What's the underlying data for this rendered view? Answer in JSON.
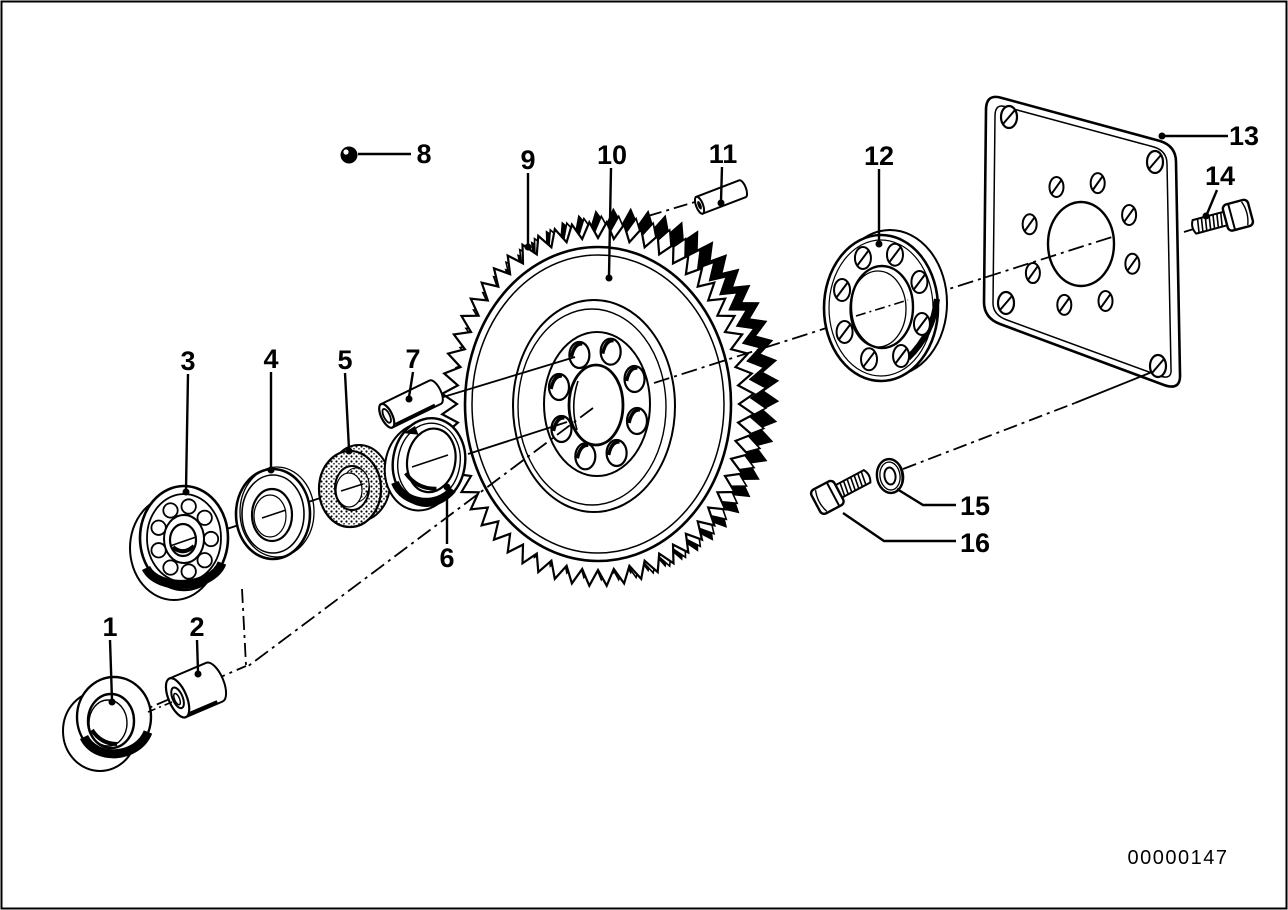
{
  "figure": {
    "callouts": [
      "1",
      "2",
      "3",
      "4",
      "5",
      "6",
      "7",
      "8",
      "9",
      "10",
      "11",
      "12",
      "13",
      "14",
      "15",
      "16"
    ],
    "doc_number": "00000147",
    "ink_color": "#000000",
    "paper_color": "#ffffff"
  }
}
